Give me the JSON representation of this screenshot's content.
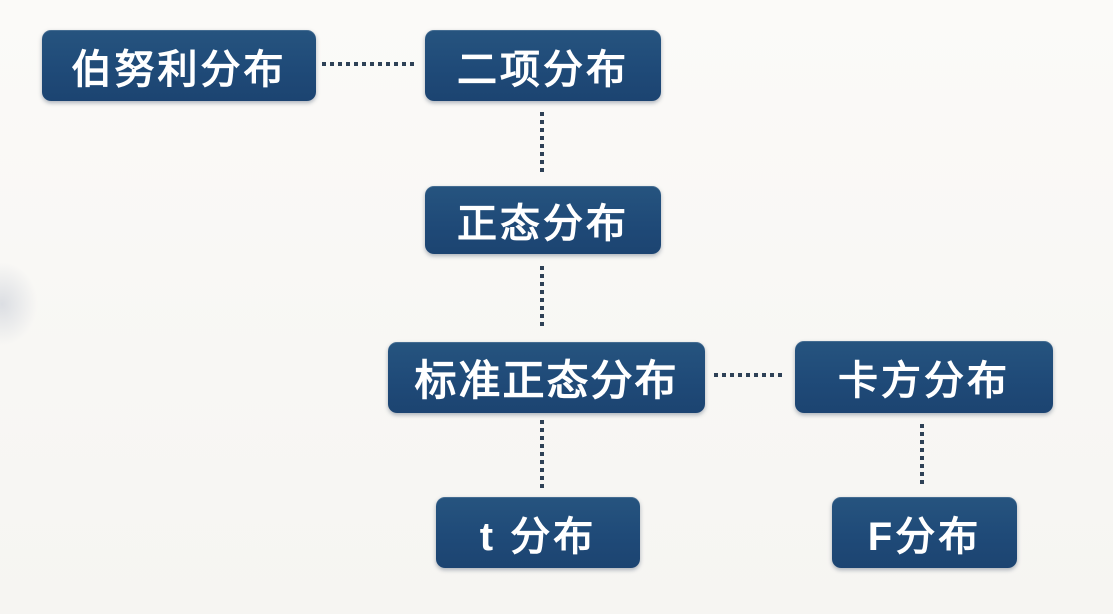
{
  "diagram": {
    "title": "probability-distribution-relationships",
    "node_color": "#1f4a78",
    "node_text_color": "#ffffff",
    "connector_color": "#2e4156",
    "background_color": "#f8f7f4",
    "nodes": [
      {
        "id": "bernoulli",
        "label": "伯努利分布"
      },
      {
        "id": "binomial",
        "label": "二项分布"
      },
      {
        "id": "normal",
        "label": "正态分布"
      },
      {
        "id": "standard-normal",
        "label": "标准正态分布"
      },
      {
        "id": "chi-square",
        "label": "卡方分布"
      },
      {
        "id": "t-dist",
        "label": "t 分布"
      },
      {
        "id": "f-dist",
        "label": "F分布"
      }
    ],
    "edges": [
      {
        "from": "bernoulli",
        "to": "binomial",
        "style": "dotted",
        "direction": "horizontal"
      },
      {
        "from": "binomial",
        "to": "normal",
        "style": "dotted",
        "direction": "vertical"
      },
      {
        "from": "normal",
        "to": "standard-normal",
        "style": "dotted",
        "direction": "vertical"
      },
      {
        "from": "standard-normal",
        "to": "chi-square",
        "style": "dotted",
        "direction": "horizontal"
      },
      {
        "from": "standard-normal",
        "to": "t-dist",
        "style": "dotted",
        "direction": "vertical"
      },
      {
        "from": "chi-square",
        "to": "f-dist",
        "style": "dotted",
        "direction": "vertical"
      }
    ]
  }
}
